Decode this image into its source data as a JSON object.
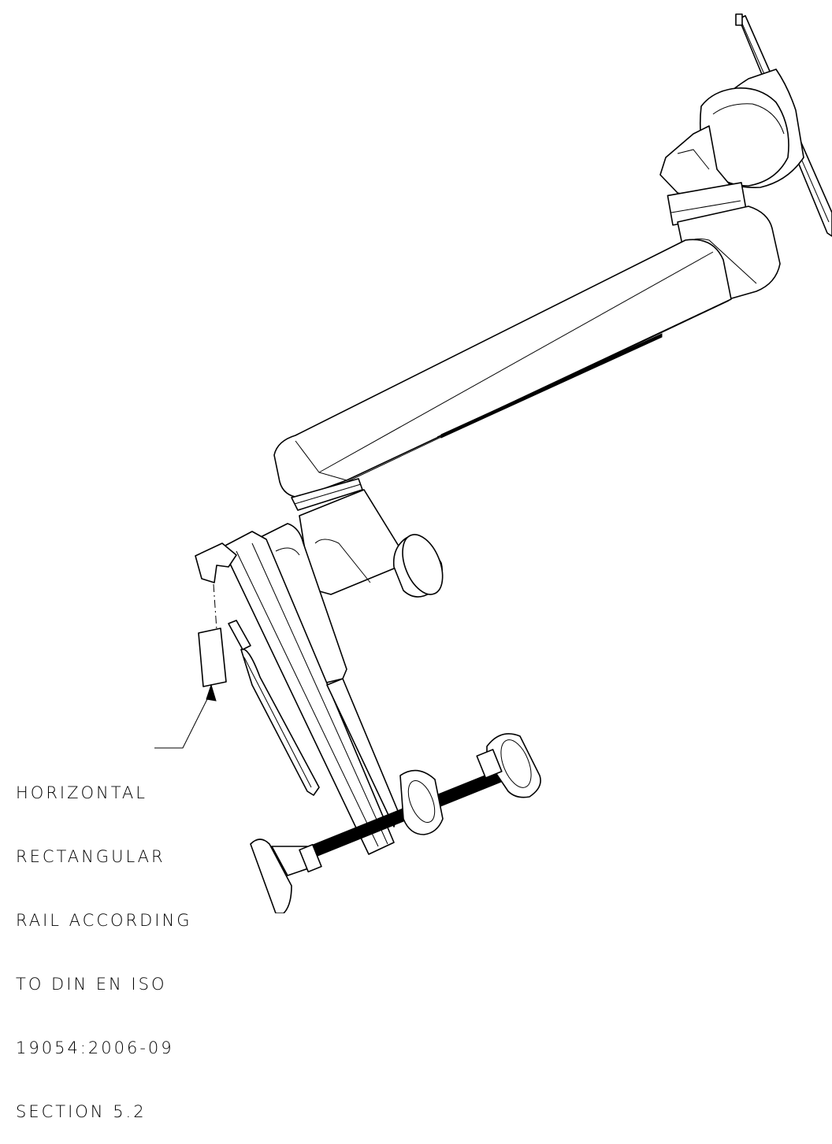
{
  "figure": {
    "callout_lines": [
      "HORIZONTAL",
      "RECTANGULAR",
      "RAIL ACCORDING",
      "TO DIN EN ISO",
      "19054:2006-09",
      "SECTION 5.2"
    ]
  }
}
